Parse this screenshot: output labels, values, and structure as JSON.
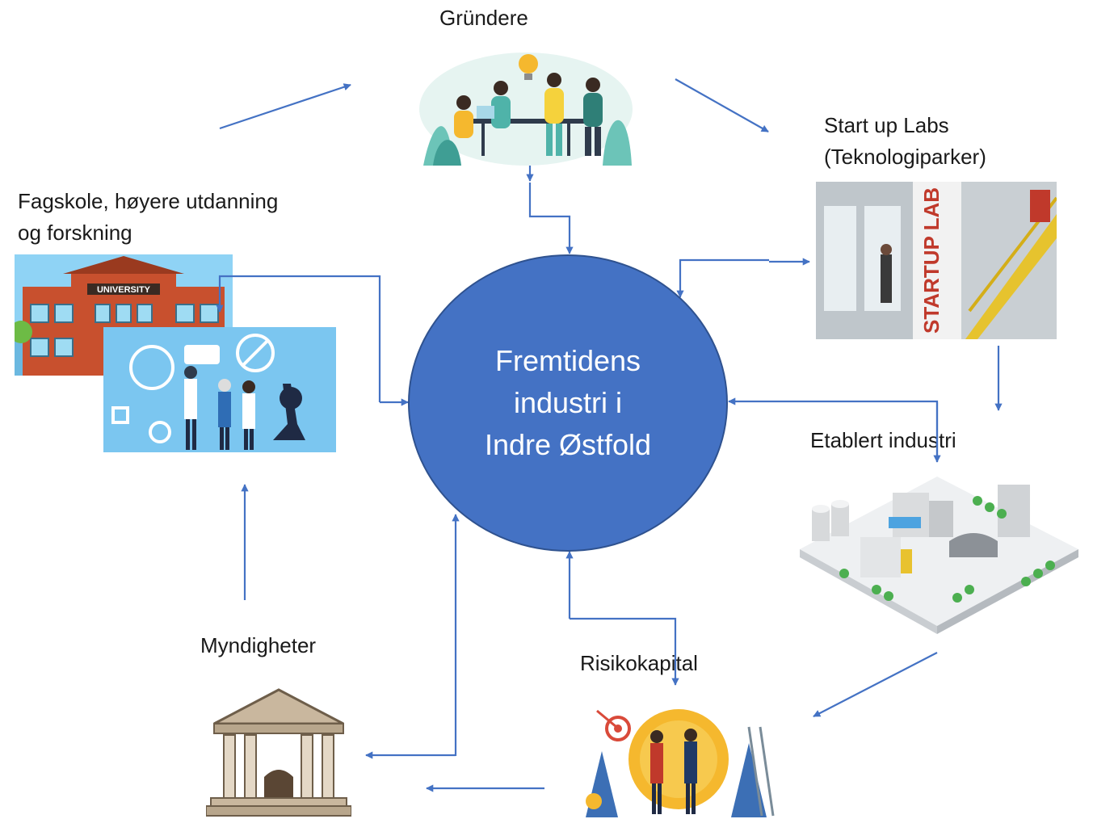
{
  "center": {
    "lines": [
      "Fremtidens",
      "industri i",
      "Indre Østfold"
    ],
    "fill": "#4472C4",
    "stroke": "#2F528F",
    "text_color": "#FFFFFF"
  },
  "nodes": {
    "grundere": {
      "lines": [
        "Gründere"
      ]
    },
    "startup": {
      "lines": [
        "Start up Labs",
        "(Teknologiparker)"
      ]
    },
    "fagskole": {
      "lines": [
        "Fagskole, høyere utdanning",
        "og forskning"
      ]
    },
    "etablert": {
      "lines": [
        "Etablert industri"
      ]
    },
    "myndigheter": {
      "lines": [
        "Myndigheter"
      ]
    },
    "risiko": {
      "lines": [
        "Risikokapital"
      ]
    }
  },
  "images": {
    "university_sign": "UNIVERSITY",
    "startup_sign": "STARTUP LAB"
  },
  "colors": {
    "arrow": "#4472C4",
    "brick": "#C8502E",
    "sky": "#8FD3F5",
    "teal": "#6CC4B8",
    "gold": "#F5B82E"
  }
}
